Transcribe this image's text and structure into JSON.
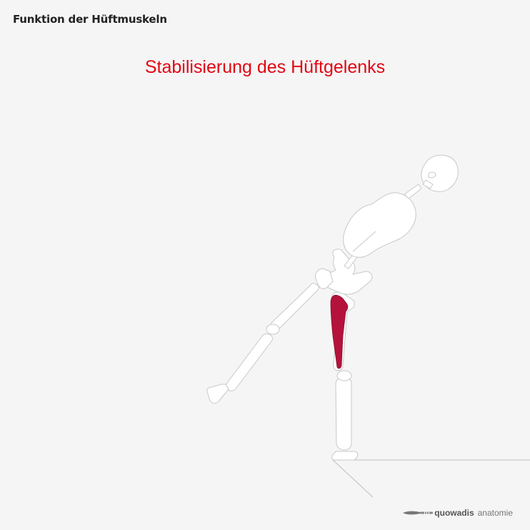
{
  "page_title": "Funktion der Hüftmuskeln",
  "diagram_title": "Stabilisierung des Hüftgelenks",
  "brand": {
    "name_bold": "quowadis",
    "name_light": "anatomie",
    "logo_icon": "scalpel-icon"
  },
  "colors": {
    "background": "#f5f5f5",
    "title_accent": "#e30613",
    "muscle_highlight": "#b5123b",
    "bone_fill": "#ffffff",
    "bone_outline": "#c8c8c8"
  }
}
